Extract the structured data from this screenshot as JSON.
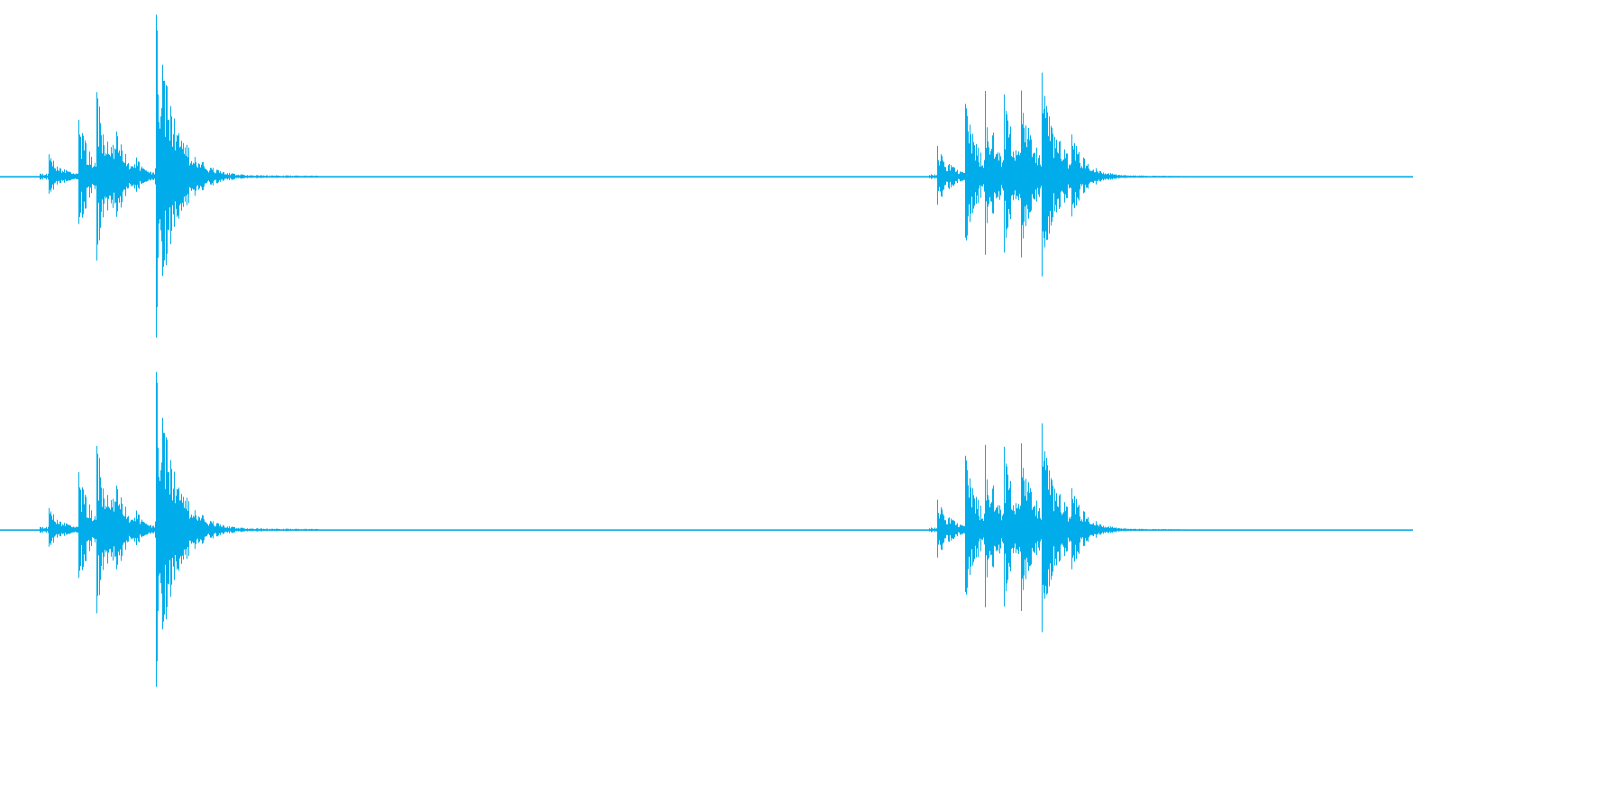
{
  "waveform": {
    "color": "#00adea",
    "background": "#ffffff",
    "channels": [
      {
        "name": ""
      },
      {
        "name": ""
      }
    ],
    "bursts": [
      {
        "transients": [
          {
            "t": 0.034,
            "pos": 0.14,
            "neg": 0.12,
            "decay": 0.01
          },
          {
            "t": 0.055,
            "pos": 0.36,
            "neg": 0.35,
            "decay": 0.01
          },
          {
            "t": 0.068,
            "pos": 0.52,
            "neg": 0.52,
            "decay": 0.012
          },
          {
            "t": 0.082,
            "pos": 0.28,
            "neg": 0.28,
            "decay": 0.01
          },
          {
            "t": 0.096,
            "pos": 0.12,
            "neg": 0.1,
            "decay": 0.008
          },
          {
            "t": 0.11,
            "pos": 1.0,
            "neg": 1.0,
            "decay": 0.014
          },
          {
            "t": 0.125,
            "pos": 0.22,
            "neg": 0.22,
            "decay": 0.012
          }
        ],
        "tail_end": 0.225,
        "tail_amp": 0.015
      },
      {
        "transients": [
          {
            "t": 0.663,
            "pos": 0.19,
            "neg": 0.19,
            "decay": 0.01
          },
          {
            "t": 0.683,
            "pos": 0.44,
            "neg": 0.43,
            "decay": 0.01
          },
          {
            "t": 0.697,
            "pos": 0.52,
            "neg": 0.51,
            "decay": 0.01
          },
          {
            "t": 0.71,
            "pos": 0.52,
            "neg": 0.5,
            "decay": 0.01
          },
          {
            "t": 0.722,
            "pos": 0.55,
            "neg": 0.55,
            "decay": 0.01
          },
          {
            "t": 0.737,
            "pos": 0.64,
            "neg": 0.64,
            "decay": 0.012
          },
          {
            "t": 0.758,
            "pos": 0.26,
            "neg": 0.26,
            "decay": 0.012
          }
        ],
        "tail_end": 0.84,
        "tail_amp": 0.012
      }
    ],
    "silence_noise": 0.002
  }
}
